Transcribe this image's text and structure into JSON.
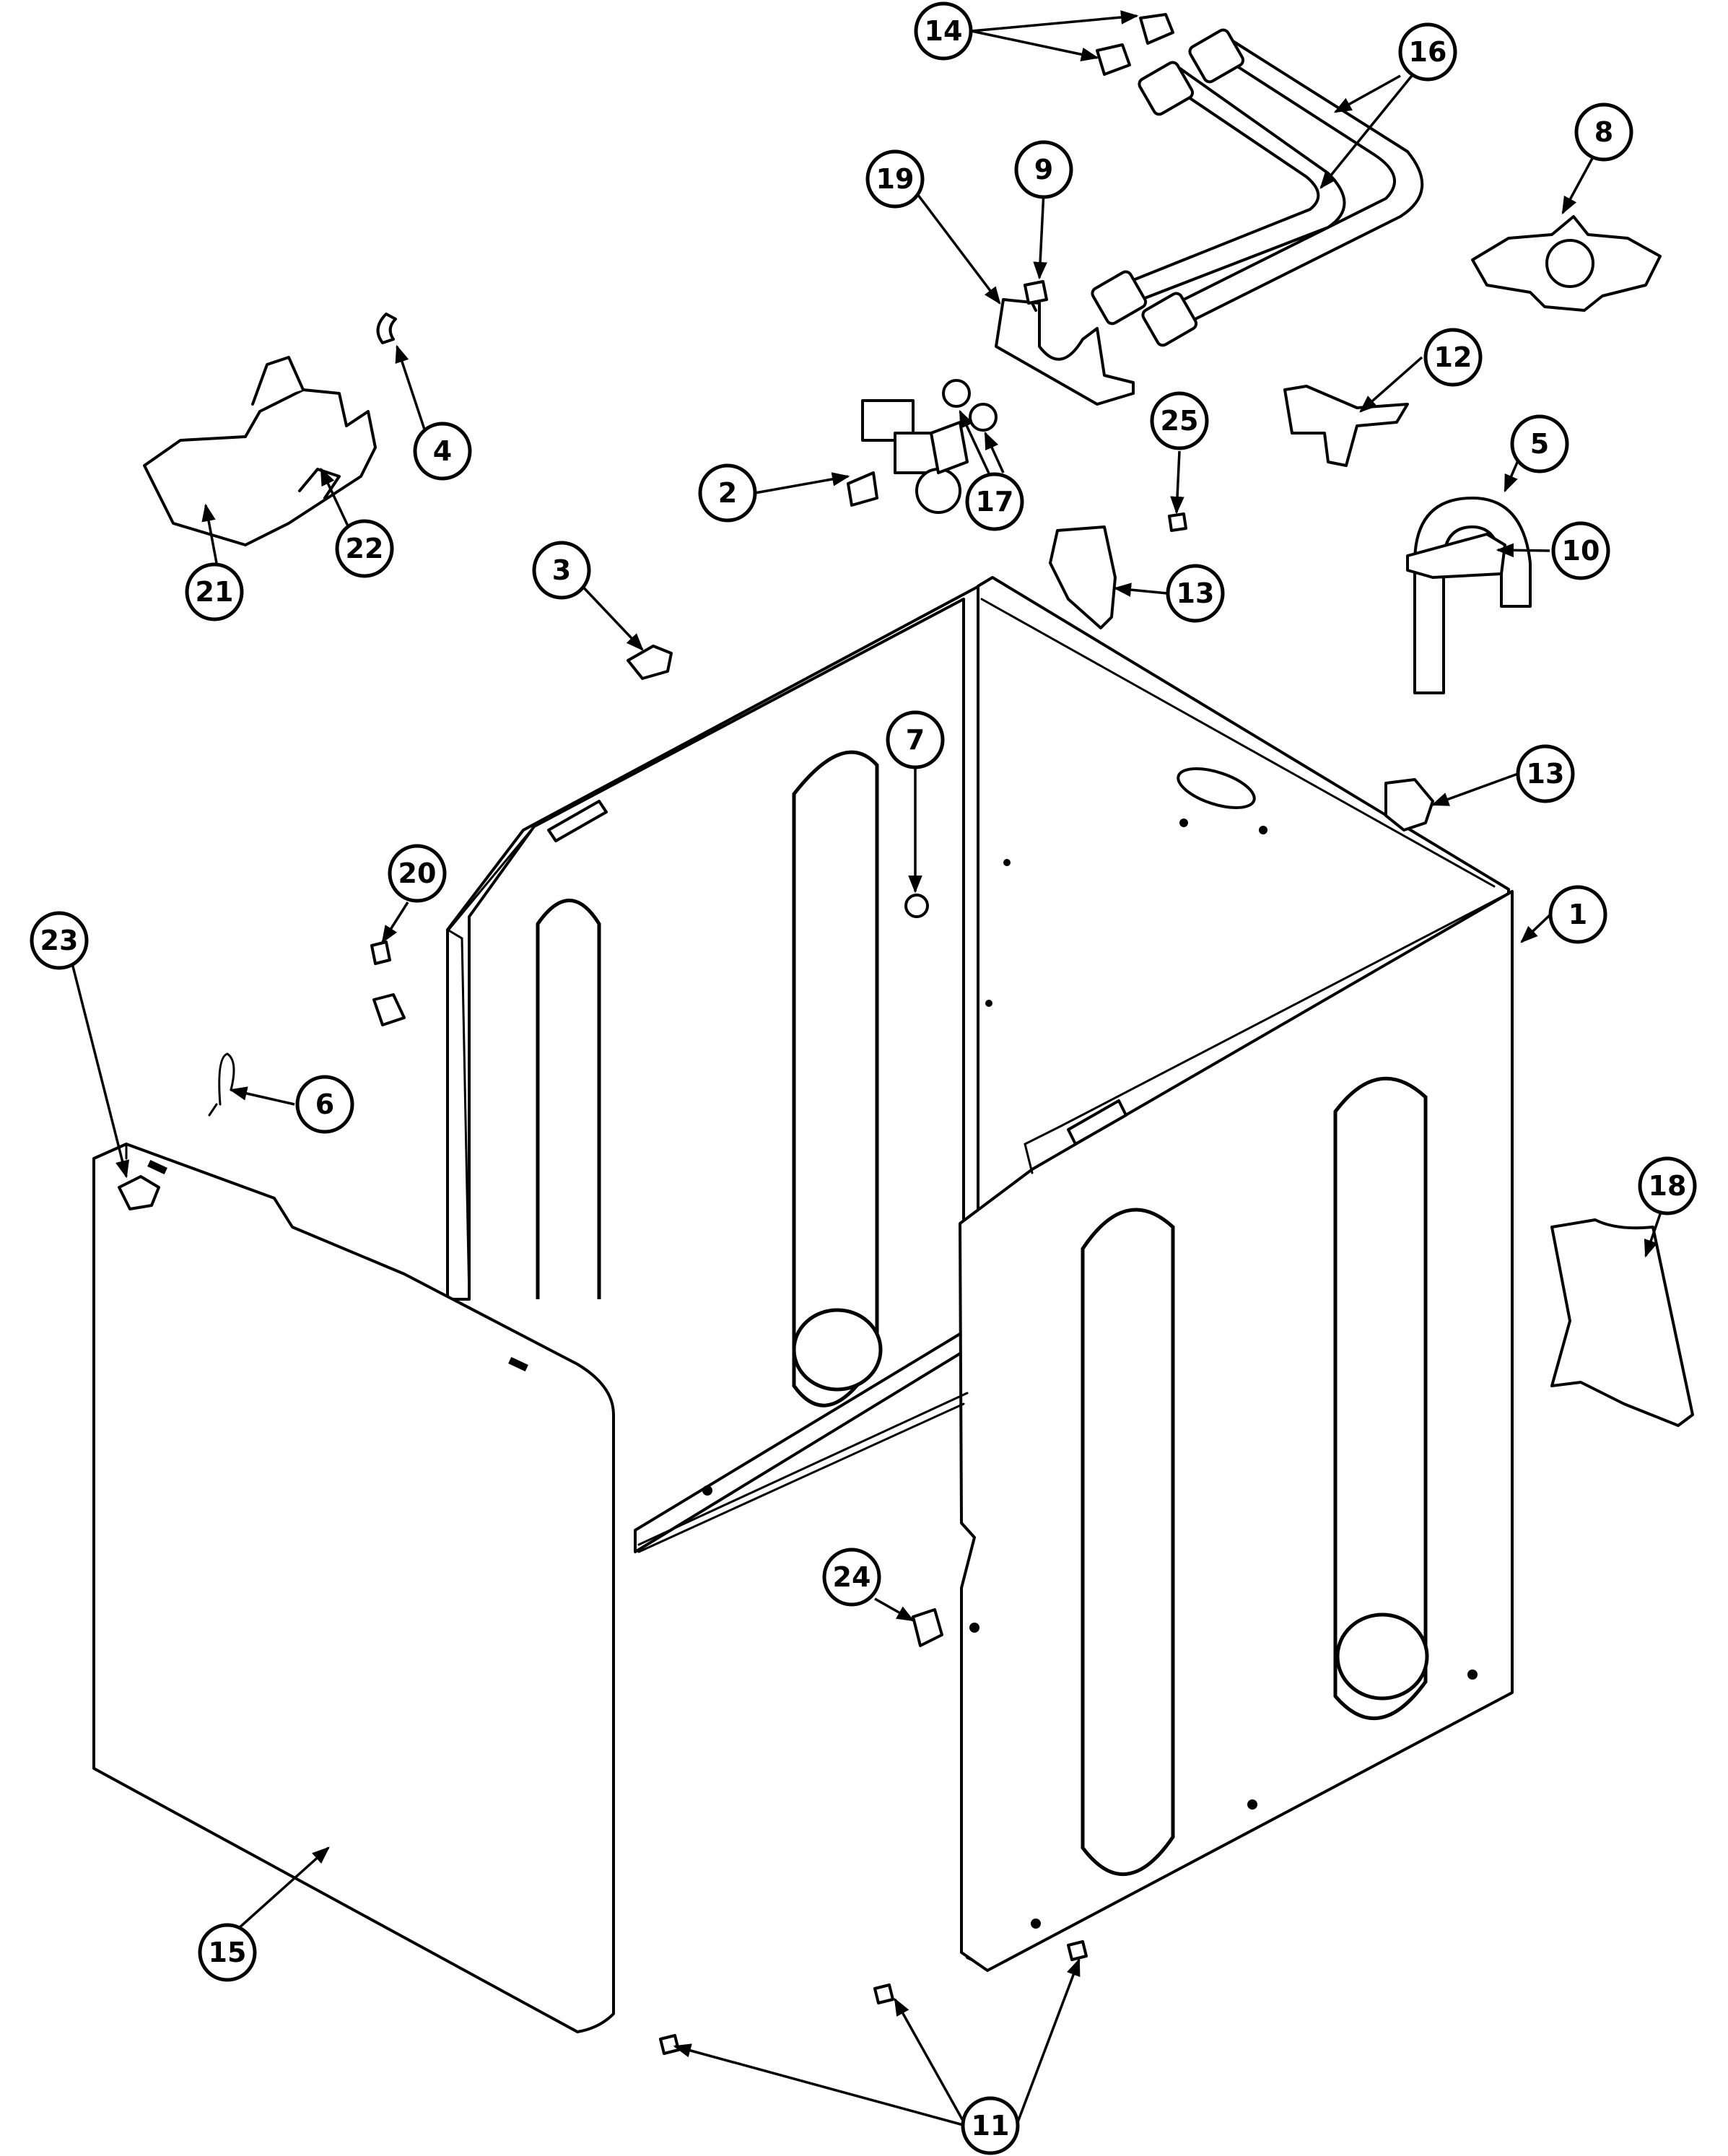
{
  "colors": {
    "line": "#000000",
    "background": "#ffffff"
  },
  "callouts": {
    "c1": "1",
    "c2": "2",
    "c3": "3",
    "c4": "4",
    "c5": "5",
    "c6": "6",
    "c7": "7",
    "c8": "8",
    "c9": "9",
    "c10": "10",
    "c11": "11",
    "c12": "12",
    "c13a": "13",
    "c13b": "13",
    "c14": "14",
    "c15": "15",
    "c16": "16",
    "c17": "17",
    "c18": "18",
    "c19": "19",
    "c20": "20",
    "c21": "21",
    "c22": "22",
    "c23": "23",
    "c24": "24",
    "c25": "25"
  }
}
